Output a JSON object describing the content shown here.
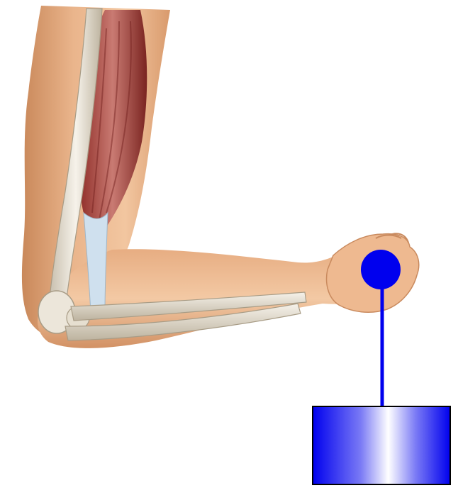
{
  "figure": {
    "subject": "arm-holding-weight",
    "elements": [
      "upper-arm",
      "humerus",
      "biceps-muscle",
      "biceps-tendon",
      "forearm",
      "radius",
      "ulna",
      "hand",
      "grip-point",
      "string",
      "weight-block"
    ]
  },
  "colors": {
    "background": "#ffffff",
    "skin_light": "#f4c9a3",
    "skin_mid": "#dc9e6f",
    "skin_dark": "#b9754a",
    "muscle_light": "#c97a72",
    "muscle_dark": "#8e2c27",
    "bone": "#ece6da",
    "bone_shadow": "#c8bfae",
    "tendon": "#cfe0ee",
    "load_blue": "#0000ee",
    "load_highlight": "#ffffff"
  }
}
